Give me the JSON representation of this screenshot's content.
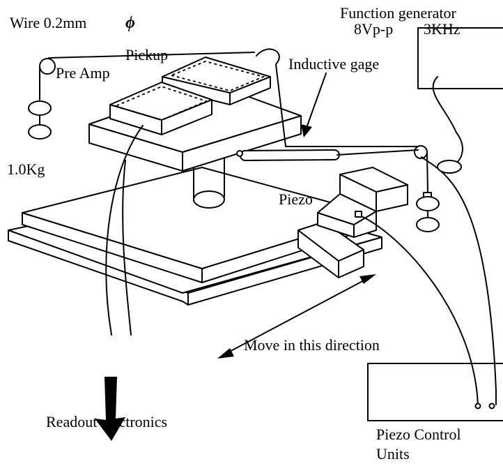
{
  "labels": {
    "wire": "Wire 0.2mm",
    "phi": "ϕ",
    "pickup": "Pickup",
    "pre_amp": "Pre Amp",
    "weight_left": "1.0Kg",
    "function_generator": "Function generator",
    "voltage": "8Vp-p",
    "frequency": "3KHz",
    "inductive_gage": "Inductive gage",
    "piezo": "Piezo",
    "move_direction": "Move in this direction",
    "readout": "Readout electronics",
    "piezo_control_1": "Piezo Control",
    "piezo_control_2": "Units"
  }
}
